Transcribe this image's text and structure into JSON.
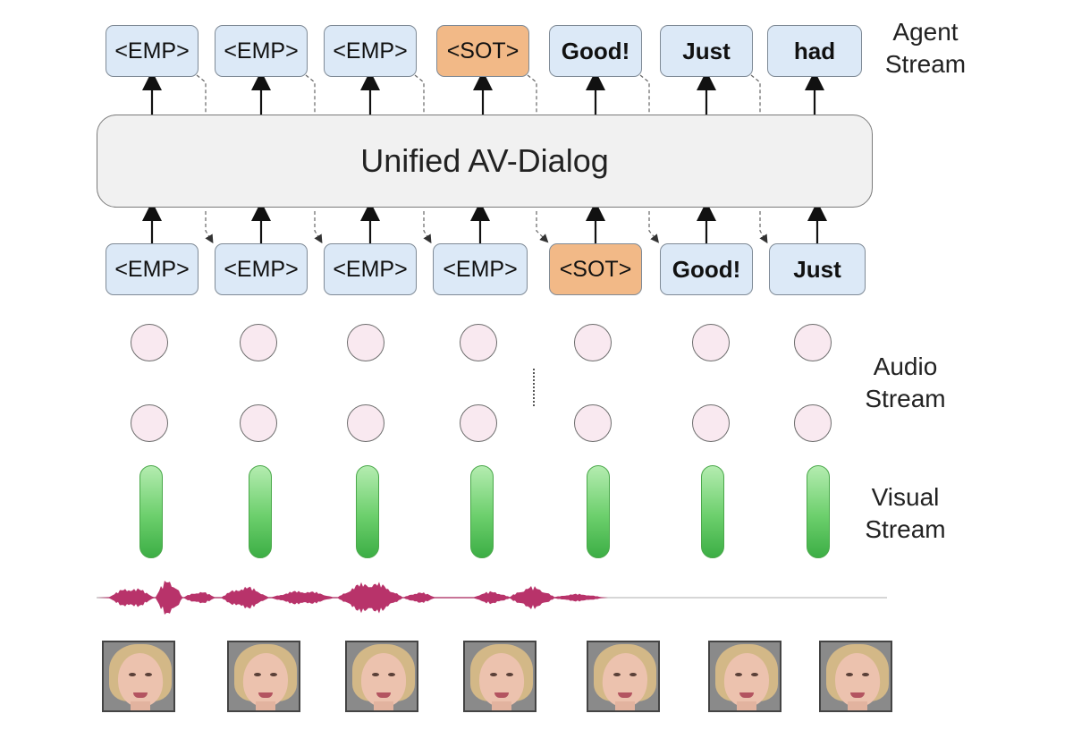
{
  "agent_stream": {
    "label_line1": "Agent",
    "label_line2": "Stream",
    "tokens": [
      {
        "text": "<EMP>",
        "kind": "special"
      },
      {
        "text": "<EMP>",
        "kind": "special"
      },
      {
        "text": "<EMP>",
        "kind": "special"
      },
      {
        "text": "<SOT>",
        "kind": "sot"
      },
      {
        "text": "Good!",
        "kind": "word"
      },
      {
        "text": "Just",
        "kind": "word"
      },
      {
        "text": "had",
        "kind": "word"
      }
    ]
  },
  "model": {
    "label": "Unified AV-Dialog"
  },
  "input_tokens": [
    {
      "text": "<EMP>",
      "kind": "special"
    },
    {
      "text": "<EMP>",
      "kind": "special"
    },
    {
      "text": "<EMP>",
      "kind": "special"
    },
    {
      "text": "<EMP>",
      "kind": "special"
    },
    {
      "text": "<SOT>",
      "kind": "sot"
    },
    {
      "text": "Good!",
      "kind": "word"
    },
    {
      "text": "Just",
      "kind": "word"
    }
  ],
  "audio_stream": {
    "label_line1": "Audio",
    "label_line2": "Stream"
  },
  "visual_stream": {
    "label_line1": "Visual",
    "label_line2": "Stream"
  },
  "colors": {
    "token_fill": "#dce9f7",
    "sot_fill": "#f2b987",
    "audio_circle_fill": "#f9e9f0",
    "waveform": "#b8336a",
    "visual_bar": "#4fbf55"
  },
  "face_frames": 7
}
